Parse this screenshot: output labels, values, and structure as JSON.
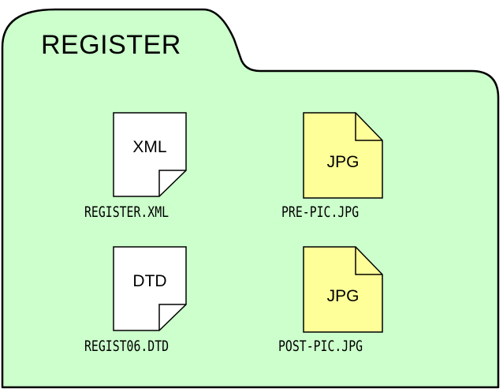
{
  "folder": {
    "title": "REGISTER",
    "fill_color": "#ccffcc",
    "icon": "folder-icon"
  },
  "files": [
    {
      "type_label": "XML",
      "name": "REGISTER.XML",
      "icon": "document-icon",
      "color": "#ffffff"
    },
    {
      "type_label": "JPG",
      "name": "PRE-PIC.JPG",
      "icon": "image-file-icon",
      "color": "#ffff99"
    },
    {
      "type_label": "DTD",
      "name": "REGIST06.DTD",
      "icon": "document-icon",
      "color": "#ffffff"
    },
    {
      "type_label": "JPG",
      "name": "POST-PIC.JPG",
      "icon": "image-file-icon",
      "color": "#ffff99"
    }
  ]
}
